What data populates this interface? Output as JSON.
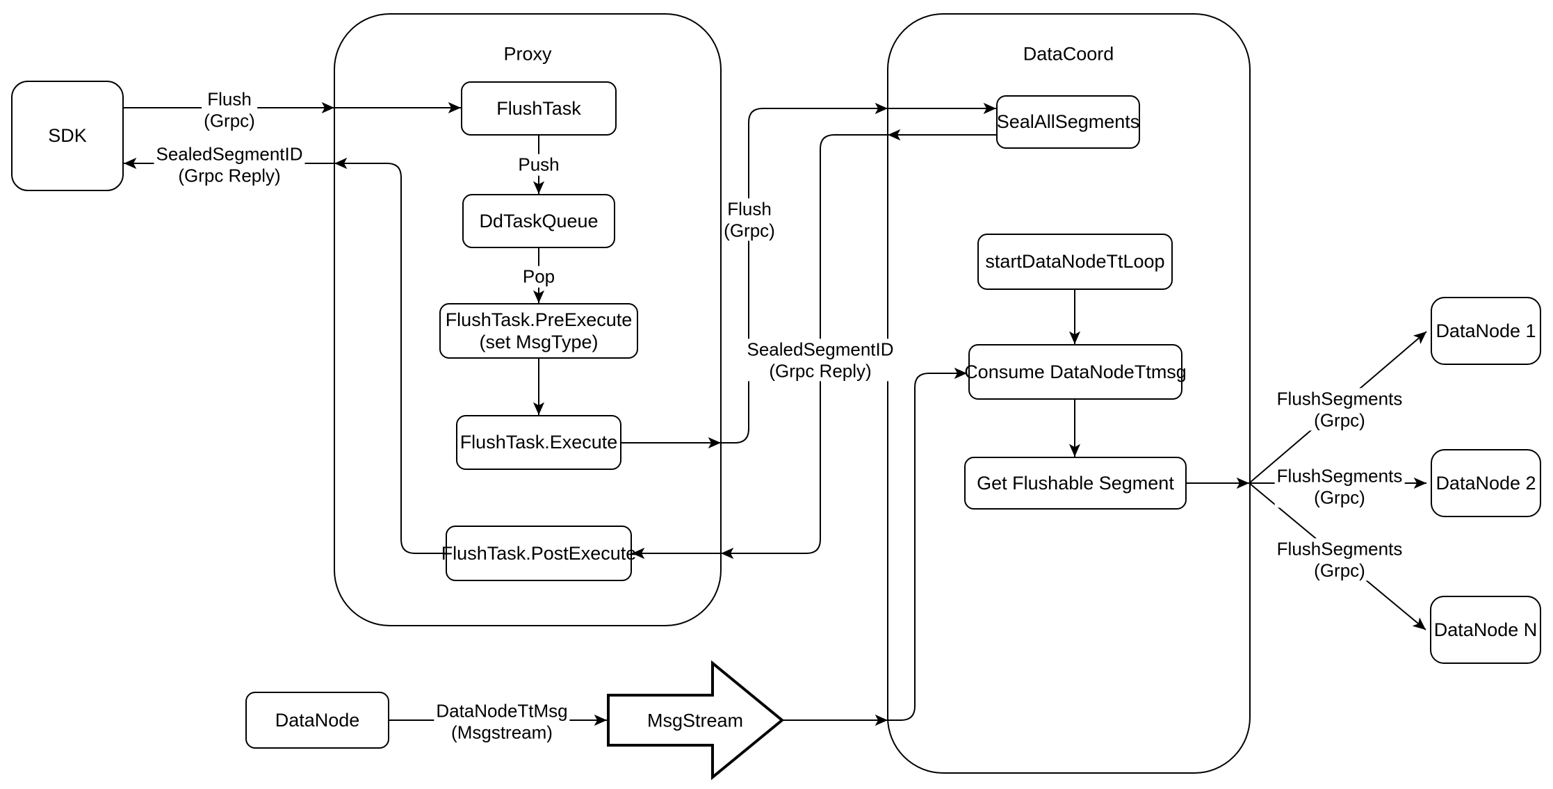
{
  "diagram": {
    "background_color": "#ffffff",
    "stroke_color": "#000000",
    "text_color": "#000000"
  },
  "containers": {
    "proxy": {
      "title": "Proxy"
    },
    "datacoord": {
      "title": "DataCoord"
    }
  },
  "nodes": {
    "sdk": {
      "label": "SDK"
    },
    "flush_task": {
      "label": "FlushTask"
    },
    "dd_task_queue": {
      "label": "DdTaskQueue"
    },
    "pre_execute": {
      "line1": "FlushTask.PreExecute",
      "line2": "(set MsgType)"
    },
    "execute": {
      "label": "FlushTask.Execute"
    },
    "post_execute": {
      "label": "FlushTask.PostExecute"
    },
    "seal_all_segments": {
      "label": "SealAllSegments"
    },
    "start_datanode_tt_loop": {
      "label": "startDataNodeTtLoop"
    },
    "consume_datanode_ttmsg": {
      "label": "Consume DataNodeTtmsg"
    },
    "get_flushable_segment": {
      "label": "Get Flushable Segment"
    },
    "datanode_1": {
      "label": "DataNode 1"
    },
    "datanode_2": {
      "label": "DataNode 2"
    },
    "datanode_n": {
      "label": "DataNode N"
    },
    "datanode_source": {
      "label": "DataNode"
    },
    "msgstream": {
      "label": "MsgStream"
    }
  },
  "edge_labels": {
    "flush_grpc_sdk": {
      "line1": "Flush",
      "line2": "(Grpc)"
    },
    "sealed_segment_sdk": {
      "line1": "SealedSegmentID",
      "line2": "(Grpc Reply)"
    },
    "push": {
      "label": "Push"
    },
    "pop": {
      "label": "Pop"
    },
    "flush_grpc_mid": {
      "line1": "Flush",
      "line2": "(Grpc)"
    },
    "sealed_segment_mid": {
      "line1": "SealedSegmentID",
      "line2": "(Grpc Reply)"
    },
    "flush_segments_1": {
      "line1": "FlushSegments",
      "line2": "(Grpc)"
    },
    "flush_segments_2": {
      "line1": "FlushSegments",
      "line2": "(Grpc)"
    },
    "flush_segments_3": {
      "line1": "FlushSegments",
      "line2": "(Grpc)"
    },
    "datanode_tt_msg": {
      "line1": "DataNodeTtMsg",
      "line2": "(Msgstream)"
    }
  }
}
